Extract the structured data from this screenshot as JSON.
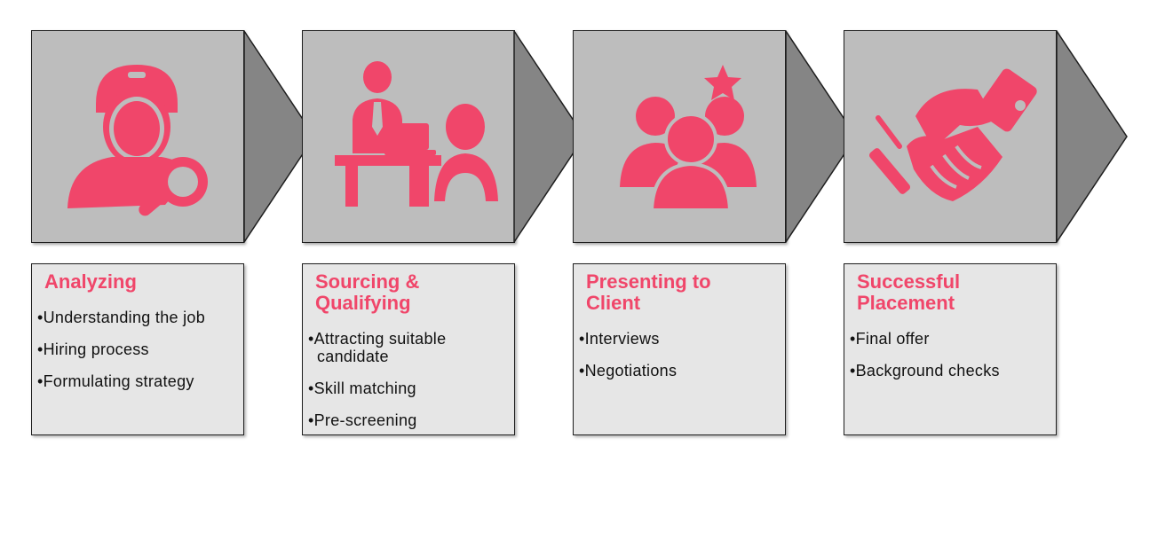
{
  "accent_color": "#f0466a",
  "steps": [
    {
      "icon": "recruiter-search-icon",
      "title": "Analyzing",
      "bullets": [
        "Understanding the job",
        "Hiring process",
        "Formulating strategy"
      ]
    },
    {
      "icon": "interview-desk-icon",
      "title": "Sourcing &\nQualifying",
      "bullets": [
        "Attracting suitable candidate",
        "Skill matching",
        "Pre-screening"
      ]
    },
    {
      "icon": "team-star-icon",
      "title": "Presenting to\nClient",
      "bullets": [
        "Interviews",
        "Negotiations"
      ]
    },
    {
      "icon": "handshake-icon",
      "title": "Successful\nPlacement",
      "bullets": [
        "Final offer",
        "Background checks"
      ]
    }
  ]
}
